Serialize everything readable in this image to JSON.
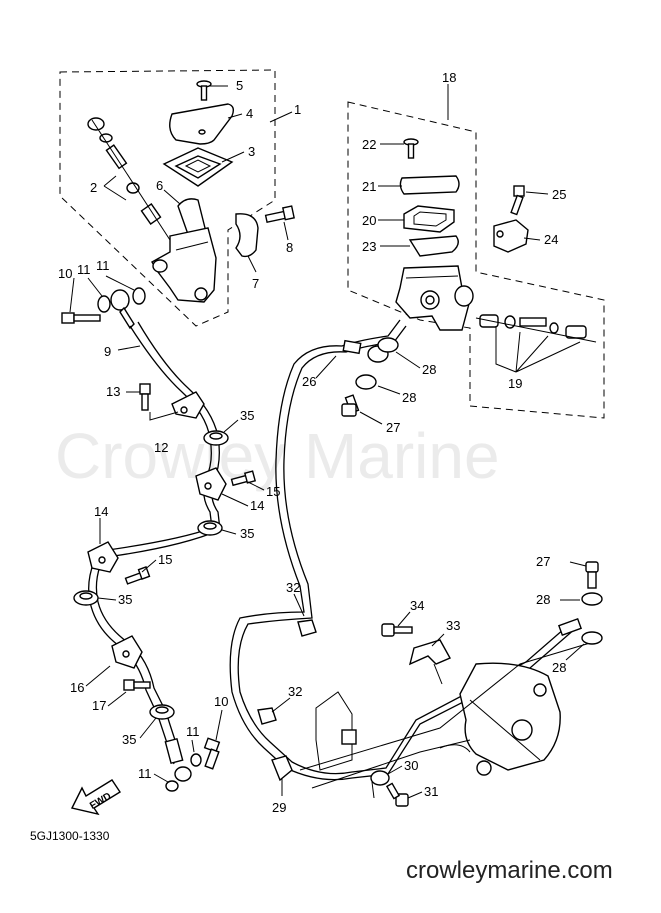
{
  "watermark": "Crowley Marine",
  "diagram_code": "5GJ1300-1330",
  "website": "crowleymarine.com",
  "fwd_label": "FWD",
  "callouts": [
    "1",
    "2",
    "3",
    "4",
    "5",
    "6",
    "7",
    "8",
    "9",
    "10",
    "11",
    "12",
    "13",
    "14",
    "15",
    "16",
    "17",
    "18",
    "19",
    "20",
    "21",
    "22",
    "23",
    "24",
    "25",
    "26",
    "27",
    "28",
    "29",
    "30",
    "31",
    "32",
    "33",
    "34",
    "35"
  ]
}
